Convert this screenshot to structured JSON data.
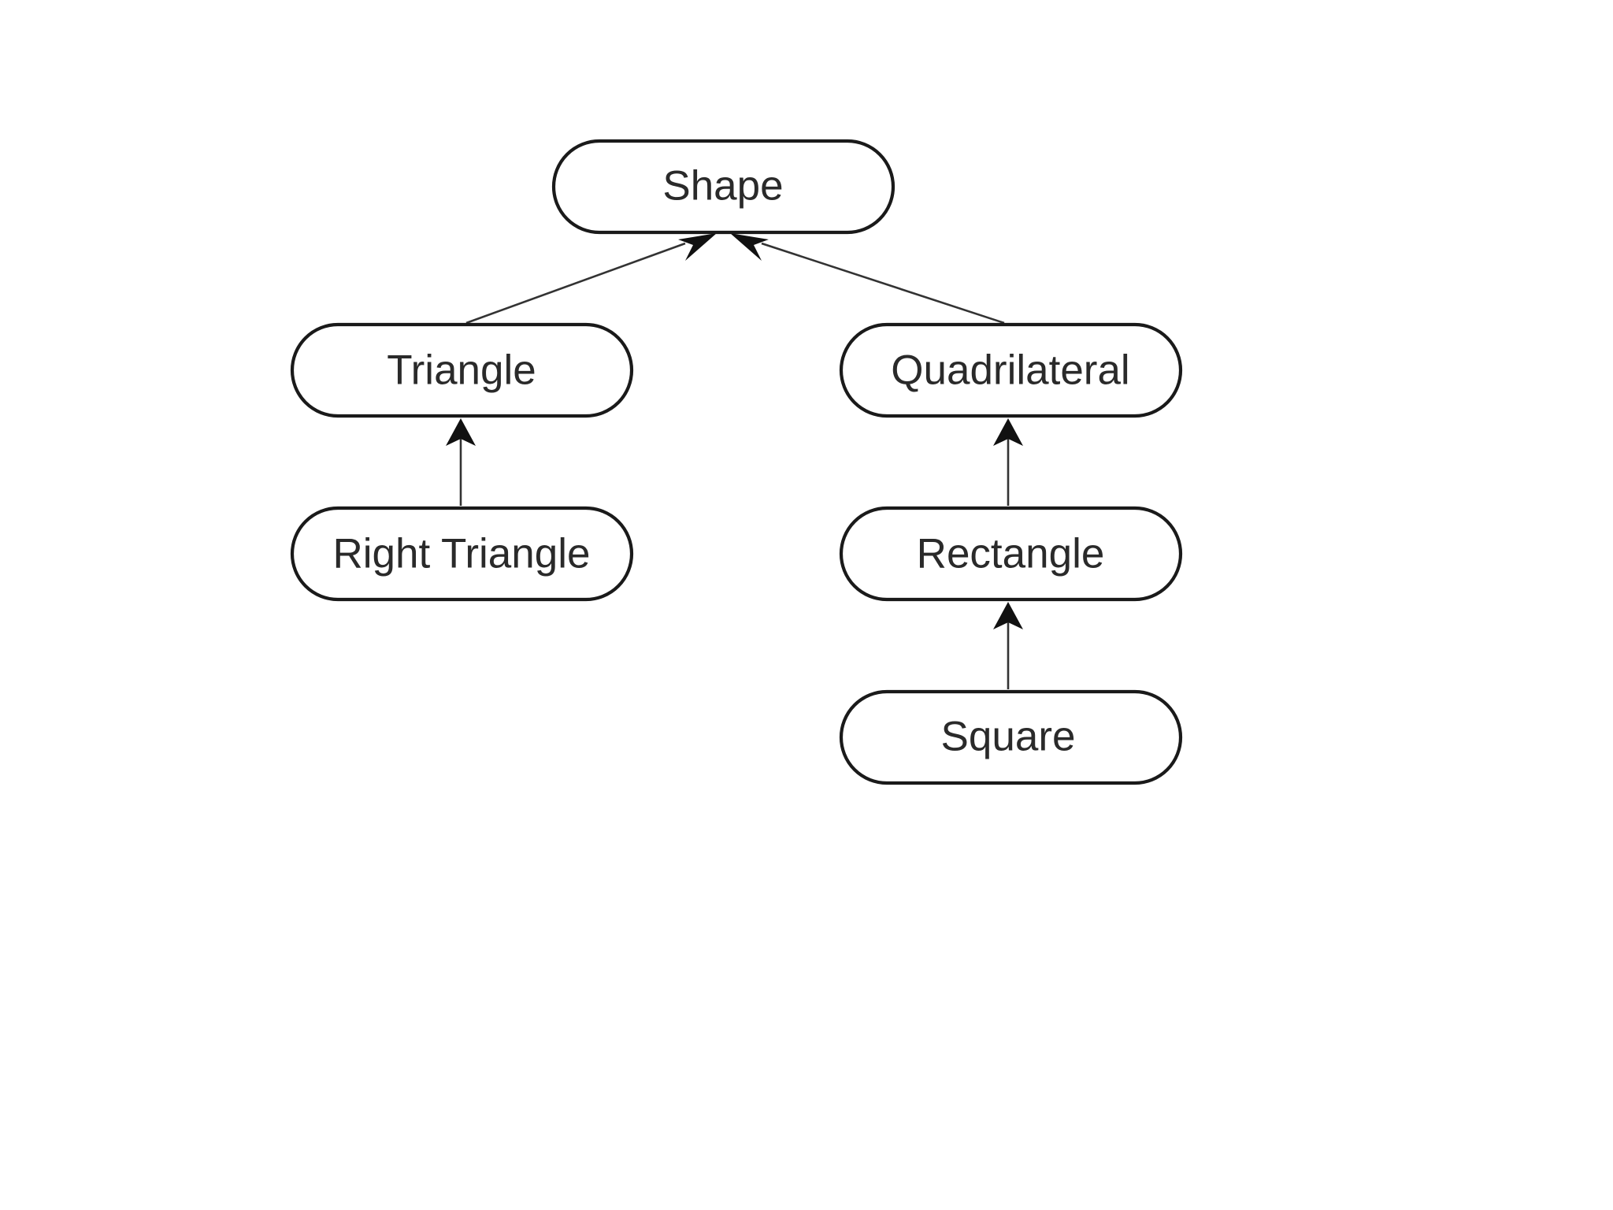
{
  "diagram": {
    "type": "inheritance-hierarchy",
    "nodes": [
      {
        "id": "shape",
        "label": "Shape"
      },
      {
        "id": "triangle",
        "label": "Triangle"
      },
      {
        "id": "quadrilateral",
        "label": "Quadrilateral"
      },
      {
        "id": "right-triangle",
        "label": "Right Triangle"
      },
      {
        "id": "rectangle",
        "label": "Rectangle"
      },
      {
        "id": "square",
        "label": "Square"
      }
    ],
    "edges": [
      {
        "from": "triangle",
        "to": "shape"
      },
      {
        "from": "quadrilateral",
        "to": "shape"
      },
      {
        "from": "right-triangle",
        "to": "triangle"
      },
      {
        "from": "rectangle",
        "to": "quadrilateral"
      },
      {
        "from": "square",
        "to": "rectangle"
      }
    ]
  }
}
